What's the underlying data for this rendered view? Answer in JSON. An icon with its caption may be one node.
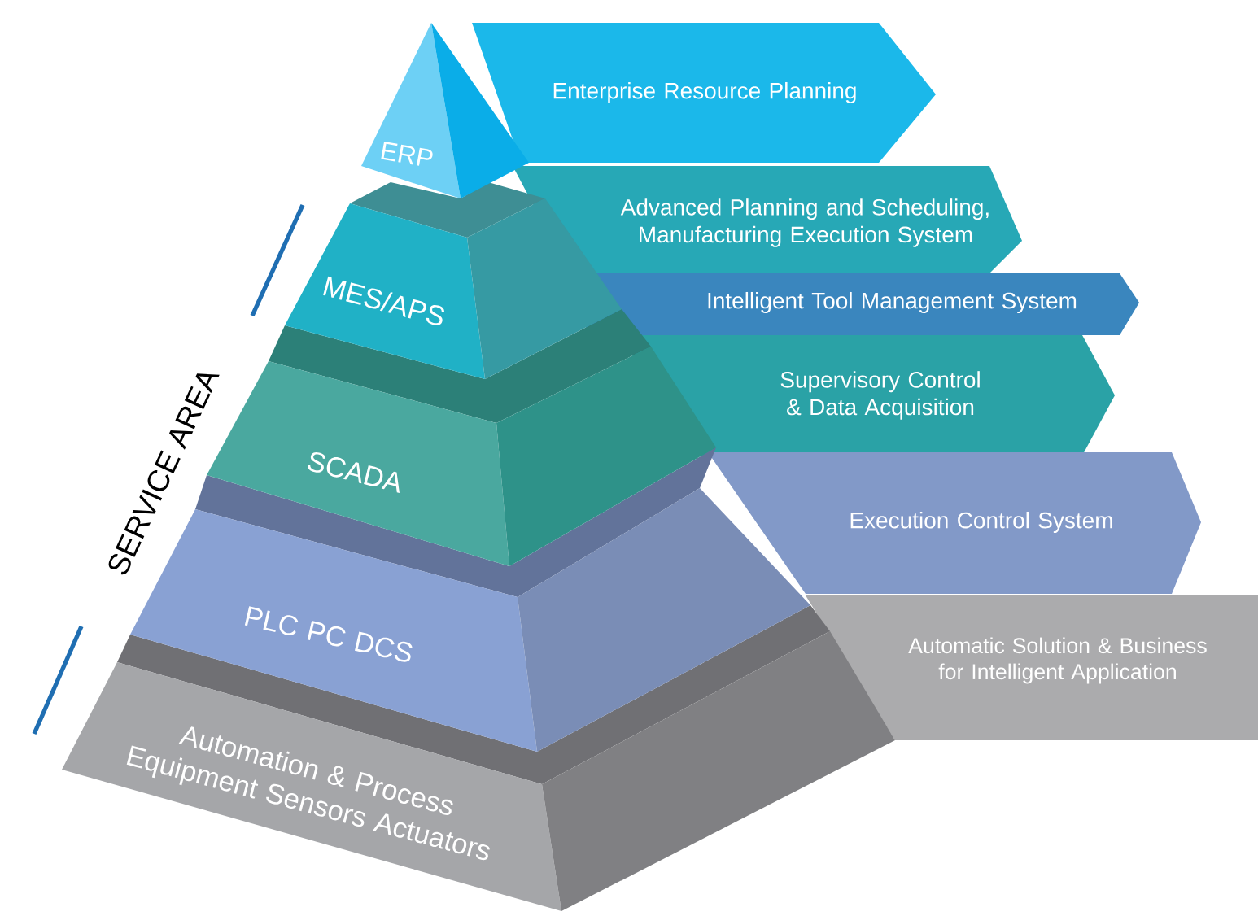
{
  "diagram": {
    "nodes": [
      {
        "text": [
          "Enterprise Resource Planning"
        ]
      },
      {
        "text": [
          "Advanced Planning and Scheduling, Manufacturing Execution System"
        ]
      },
      {
        "text": [
          "Intelligent Tool Management System"
        ]
      },
      {
        "text": [
          "Supervisory Control & Data Acquisition"
        ]
      },
      {
        "text": [
          "Execution Control System"
        ]
      },
      {
        "text": [
          "Automatic Solution & Business for Intelligent Application"
        ]
      },
      {
        "text": [
          "ERP"
        ]
      },
      {
        "text": [
          "MES/APS"
        ]
      },
      {
        "text": [
          "SCADA"
        ]
      },
      {
        "text": [
          "PLC PC DCS"
        ]
      },
      {
        "text": [
          "Automation & Process Equipment Sensors Actuators"
        ]
      }
    ],
    "labels": [
      "SERVICE AREA"
    ]
  }
}
